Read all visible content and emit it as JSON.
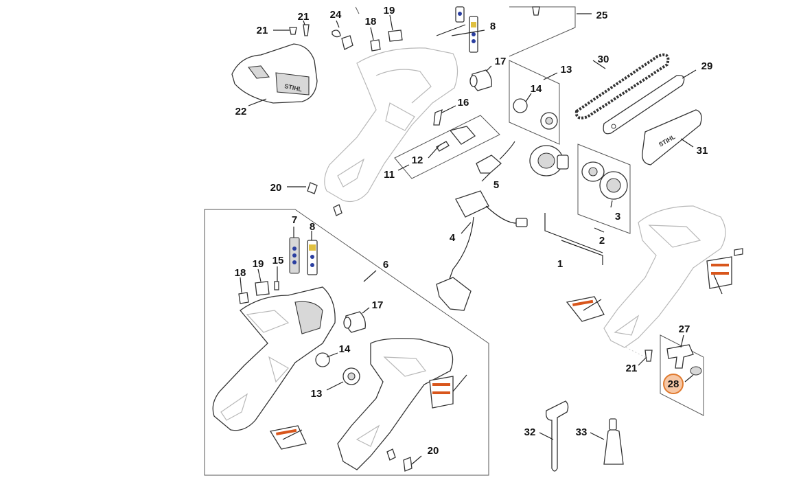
{
  "labels": {
    "p1": "1",
    "p2": "2",
    "p3": "3",
    "p4": "4",
    "p5": "5",
    "p6": "6",
    "p7a": "7",
    "p8a": "8",
    "p8b": "8",
    "p11": "11",
    "p12": "12",
    "p13a": "13",
    "p13b": "13",
    "p14a": "14",
    "p14b": "14",
    "p15": "15",
    "p16": "16",
    "p17a": "17",
    "p17b": "17",
    "p18a": "18",
    "p18b": "18",
    "p19a": "19",
    "p19b": "19",
    "p20a": "20",
    "p20b": "20",
    "p21a": "21",
    "p21b": "21",
    "p21c": "21",
    "p22": "22",
    "p24": "24",
    "p25": "25",
    "p27": "27",
    "p28": "28",
    "p29": "29",
    "p30": "30",
    "p31": "31",
    "p32": "32",
    "p33": "33"
  },
  "brand": {
    "cover_logo": "STIHL",
    "guard_logo": "STIHL"
  },
  "highlight": {
    "part": "28",
    "fill": "#f6c7a5",
    "stroke": "#e07a2e"
  }
}
